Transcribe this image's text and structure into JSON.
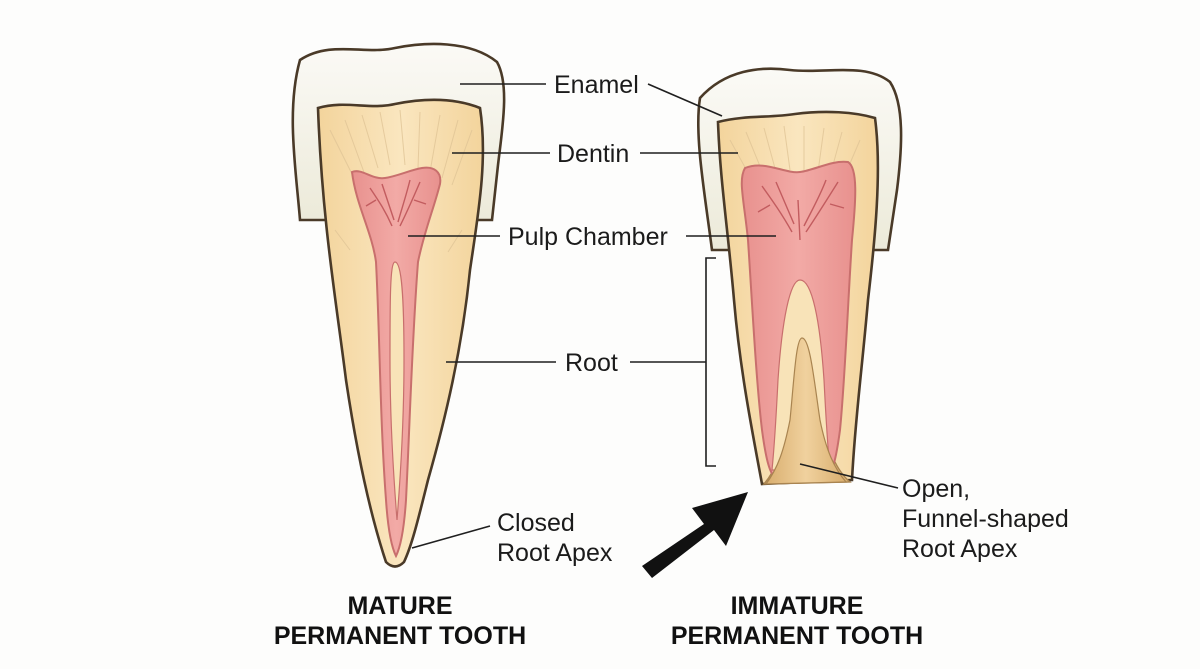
{
  "labels": {
    "enamel": "Enamel",
    "dentin": "Dentin",
    "pulp_chamber": "Pulp Chamber",
    "root": "Root",
    "closed_apex_line1": "Closed",
    "closed_apex_line2": "Root Apex",
    "open_apex_line1": "Open,",
    "open_apex_line2": "Funnel-shaped",
    "open_apex_line3": "Root Apex"
  },
  "captions": {
    "mature_line1": "MATURE",
    "mature_line2": "PERMANENT TOOTH",
    "immature_line1": "IMMATURE",
    "immature_line2": "PERMANENT TOOTH"
  },
  "colors": {
    "enamel": "#f1efe6",
    "dentin": "#f5dba8",
    "dentin_light": "#fae9c4",
    "pulp": "#ec9c98",
    "pulp_dark": "#d77876",
    "apex_channel": "#e6c08a",
    "outline": "#4a3a28",
    "arrow": "#111111"
  }
}
